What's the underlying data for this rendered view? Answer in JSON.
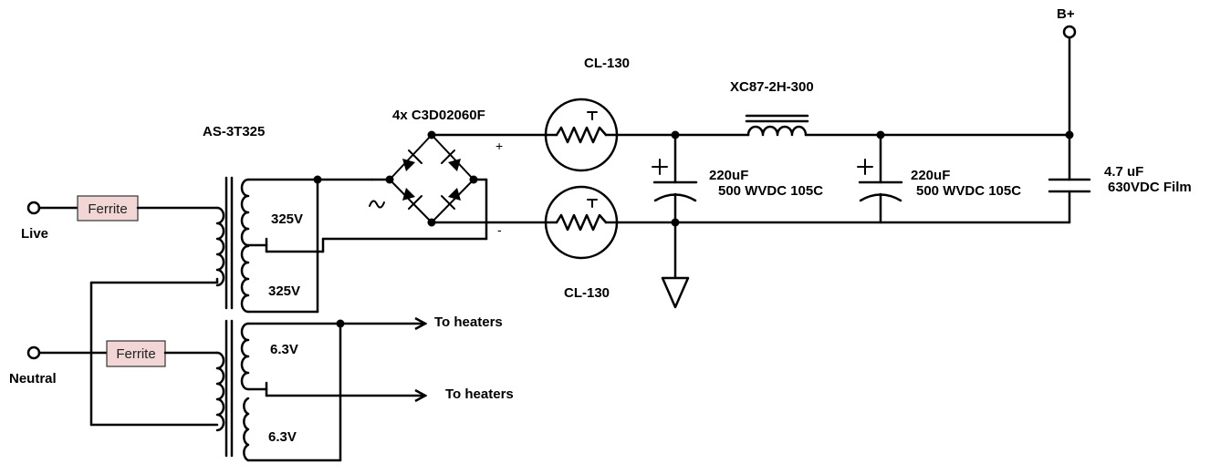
{
  "labels": {
    "live": "Live",
    "neutral": "Neutral",
    "ferrite_1": "Ferrite",
    "ferrite_2": "Ferrite",
    "transformer": "AS-3T325",
    "sec_325_a": "325V",
    "sec_325_b": "325V",
    "sec_63_a": "6.3V",
    "sec_63_b": "6.3V",
    "heaters_1": "To heaters",
    "heaters_2": "To heaters",
    "bridge": "4x C3D02060F",
    "bridge_plus": "+",
    "bridge_minus": "-",
    "ntc_top": "CL-130",
    "ntc_bottom": "CL-130",
    "choke": "XC87-2H-300",
    "cap1_value": "220uF",
    "cap1_rating": "500 WVDC 105C",
    "cap2_value": "220uF",
    "cap2_rating": "500 WVDC 105C",
    "cap3_value": "4.7 uF",
    "cap3_rating": "630VDC Film",
    "bplus": "B+"
  }
}
